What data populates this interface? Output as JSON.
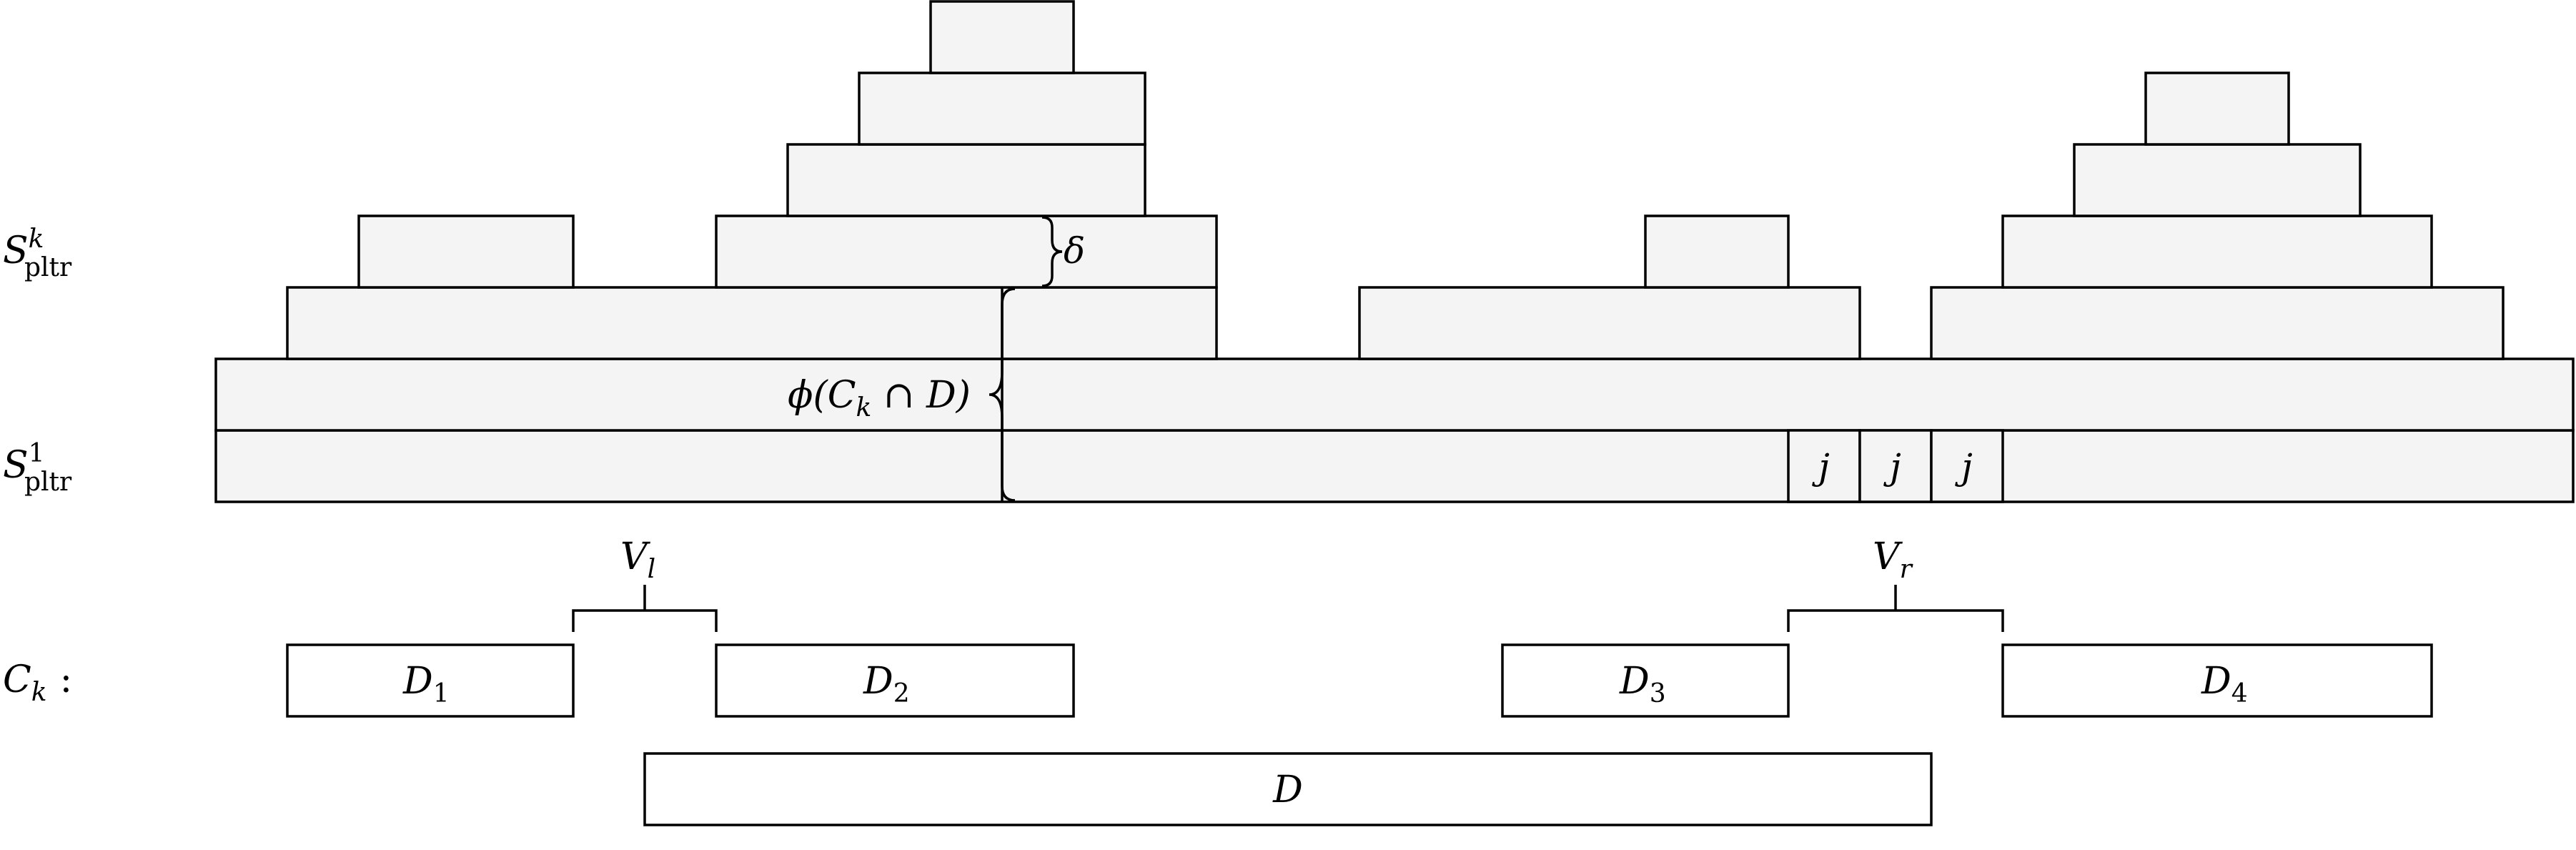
{
  "row_labels": {
    "sk": {
      "base": "S",
      "sup": "k",
      "sub": "pltr"
    },
    "s1": {
      "base": "S",
      "sup": "1",
      "sub": "pltr"
    },
    "ck": {
      "base": "C",
      "sub": "k",
      "suffix": ":"
    }
  },
  "annotations": {
    "delta": "δ",
    "phi": {
      "pre": "ϕ(C",
      "sub": "k",
      "post": " ∩ D)"
    },
    "j_cells": [
      "j",
      "j",
      "j"
    ]
  },
  "intervals": {
    "vl": {
      "base": "V",
      "sub": "l"
    },
    "vr": {
      "base": "V",
      "sub": "r"
    },
    "d_boxes": [
      {
        "base": "D",
        "sub": "1"
      },
      {
        "base": "D",
        "sub": "2"
      },
      {
        "base": "D",
        "sub": "3"
      },
      {
        "base": "D",
        "sub": "4"
      }
    ],
    "d_main": "D"
  },
  "colors": {
    "block_fill": "#f4f4f4",
    "stroke": "#000000",
    "interval_fill": "#ffffff"
  }
}
